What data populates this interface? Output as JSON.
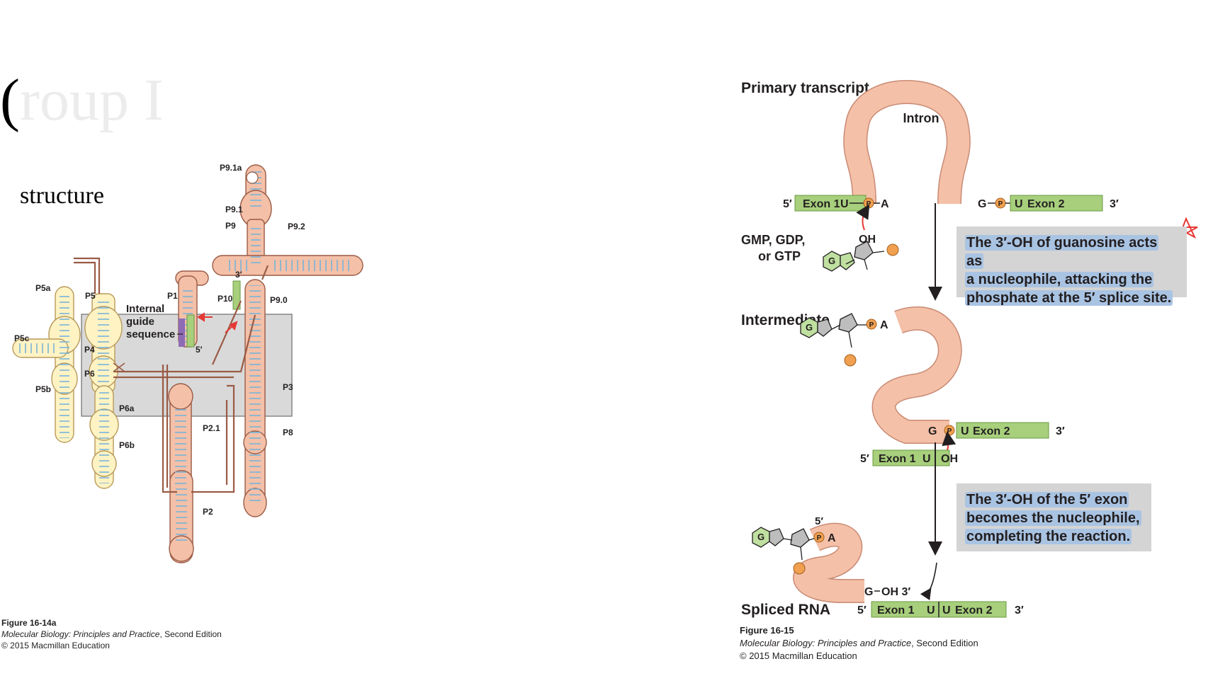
{
  "slide": {
    "title_visible": "(",
    "title_hidden": "roup I"
  },
  "left_figure": {
    "structure_label": "structure",
    "labels": {
      "p91a": "P9.1a",
      "p91": "P9.1",
      "p9": "P9",
      "p92": "P9.2",
      "p5a": "P5a",
      "p5": "P5",
      "p1": "P1",
      "p10": "P10",
      "p90": "P9.0",
      "three_prime": "3′",
      "five_prime": "5′",
      "igs1": "Internal",
      "igs2": "guide",
      "igs3": "sequence",
      "p5c": "P5c",
      "p4": "P4",
      "p6": "P6",
      "p5b": "P5b",
      "p3": "P3",
      "p6a": "P6a",
      "p21": "P2.1",
      "p8": "P8",
      "p6b": "P6b",
      "p2": "P2"
    },
    "caption": {
      "figure": "Figure 16-14a",
      "book": "Molecular Biology: Principles and Practice",
      "edition": ", Second Edition",
      "copyright": "© 2015 Macmillan Education"
    }
  },
  "right_figure": {
    "primary_transcript": "Primary transcript",
    "intron": "Intron",
    "five_prime": "5′",
    "three_prime": "3′",
    "exon1": "Exon 1",
    "exon2": "Exon 2",
    "u": "U",
    "a": "A",
    "g": "G",
    "p": "P",
    "oh": "OH",
    "oh3": "OH 3′",
    "gmp1": "GMP, GDP,",
    "gmp2": "or GTP",
    "intermediate": "Intermediate",
    "spliced_rna": "Spliced RNA",
    "callout1": [
      "The 3′-OH of guanosine acts as",
      "a nucleophile, attacking the",
      "phosphate at the 5′ splice site."
    ],
    "callout2": [
      "The 3′-OH of the 5′ exon",
      "becomes the nucleophile,",
      "completing the reaction."
    ],
    "caption": {
      "figure": "Figure 16-15",
      "book": "Molecular Biology: Principles and Practice",
      "edition": ", Second Edition",
      "copyright": "© 2015 Macmillan Education"
    }
  },
  "colors": {
    "intron": "#f4c0a8",
    "intron_stroke": "#c98a74",
    "exon": "#a7cf7c",
    "phosphate": "#f0a050",
    "guanine": "#bfe0a0",
    "strand_brown": "#9a5b45",
    "yellow_domain": "#fff3c4",
    "stem_blue": "#78b4d8",
    "callout_bg": "#d4d4d4",
    "highlight": "#a9c3e2",
    "annotation_red": "#e53935"
  }
}
